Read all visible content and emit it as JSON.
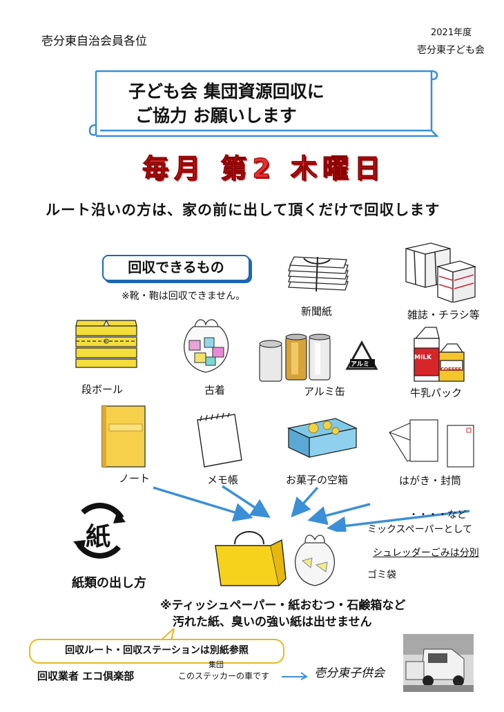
{
  "header": {
    "recipient": "壱分東自治会員各位",
    "year": "2021年度",
    "organizer": "壱分東子ども会"
  },
  "banner": {
    "line1": "子ども会 集団資源回収に",
    "line2": "ご協力 お願いします"
  },
  "schedule": "毎月 第2 木曜日",
  "subtitle": "ルート沿いの方は、家の前に出して頂くだけで回収します",
  "accepted": {
    "heading": "回収できるもの",
    "note": "※靴・鞄は回収できません。"
  },
  "items": [
    {
      "label": "新聞紙",
      "icon": "newspaper-bundle-icon"
    },
    {
      "label": "雑誌・チラシ等",
      "icon": "magazine-bundle-icon"
    },
    {
      "label": "段ボール",
      "icon": "cardboard-icon"
    },
    {
      "label": "古着",
      "icon": "clothes-bag-icon"
    },
    {
      "label": "アルミ缶",
      "icon": "cans-icon"
    },
    {
      "label": "牛乳パック",
      "icon": "milk-carton-icon"
    },
    {
      "label": "ノート",
      "icon": "notebook-icon"
    },
    {
      "label": "メモ帳",
      "icon": "memo-pad-icon"
    },
    {
      "label": "お菓子の空箱",
      "icon": "snack-box-icon"
    },
    {
      "label": "はがき・封筒",
      "icon": "envelope-icon"
    }
  ],
  "aluminum_mark_text": "アルミ",
  "milk_text": "MILK",
  "coffee_text": "COFFEE",
  "paper_mark": "紙",
  "paper_howto": "紙類の出し方",
  "mix_paper": {
    "etc": "・・・・など",
    "as_mixed": "ミックスペーパーとして",
    "shredder": "シュレッダーごみは分別",
    "bag": "ゴミ袋"
  },
  "caution": {
    "line1": "※ティッシュペーパー・紙おむつ・石鹸箱など",
    "line2": "汚れた紙、臭いの強い紙は出せません"
  },
  "route_note": "回収ルート・回収ステーションは別紙参照",
  "collector": {
    "label": "回収業者 エコ倶楽部",
    "sticker": "このステッカーの車です",
    "group": "集団",
    "signature": "壱分東子供会"
  },
  "colors": {
    "accent_blue": "#1d66b6",
    "date_red": "#e03030",
    "route_yellow": "#e8b81a"
  }
}
